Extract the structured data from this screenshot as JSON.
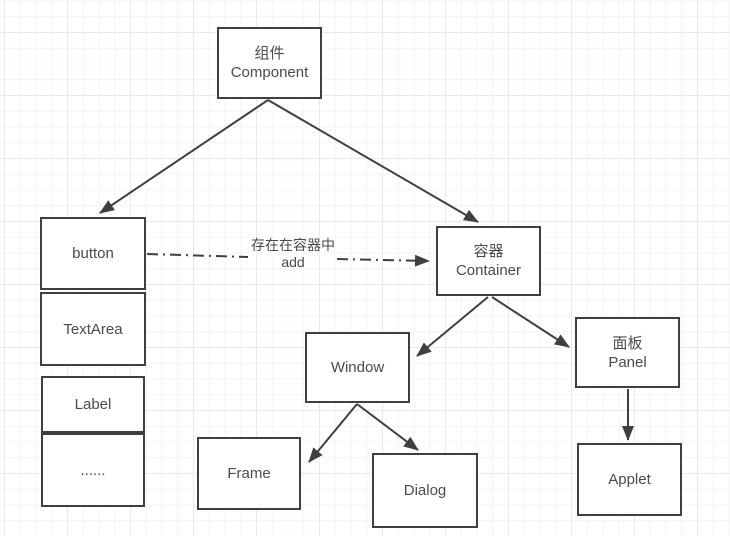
{
  "diagram": {
    "nodes": {
      "component": {
        "line1": "组件",
        "line2": "Component"
      },
      "button": {
        "label": "button"
      },
      "textarea": {
        "label": "TextArea"
      },
      "label": {
        "label": "Label"
      },
      "dots": {
        "label": "......"
      },
      "container": {
        "line1": "容器",
        "line2": "Container"
      },
      "window": {
        "label": "Window"
      },
      "panel": {
        "line1": "面板",
        "line2": "Panel"
      },
      "frame": {
        "label": "Frame"
      },
      "dialog": {
        "label": "Dialog"
      },
      "applet": {
        "label": "Applet"
      }
    },
    "edge_label": {
      "line1": "存在在容器中",
      "line2": "add"
    },
    "colors": {
      "node_border": "#3f3f3f",
      "node_fill": "#ffffff",
      "text": "#4a4a4a",
      "arrow": "#3f3f3f",
      "grid_minor": "#f4f4f4",
      "grid_major": "#e9e9e9",
      "canvas_background": "#ffffff"
    }
  }
}
